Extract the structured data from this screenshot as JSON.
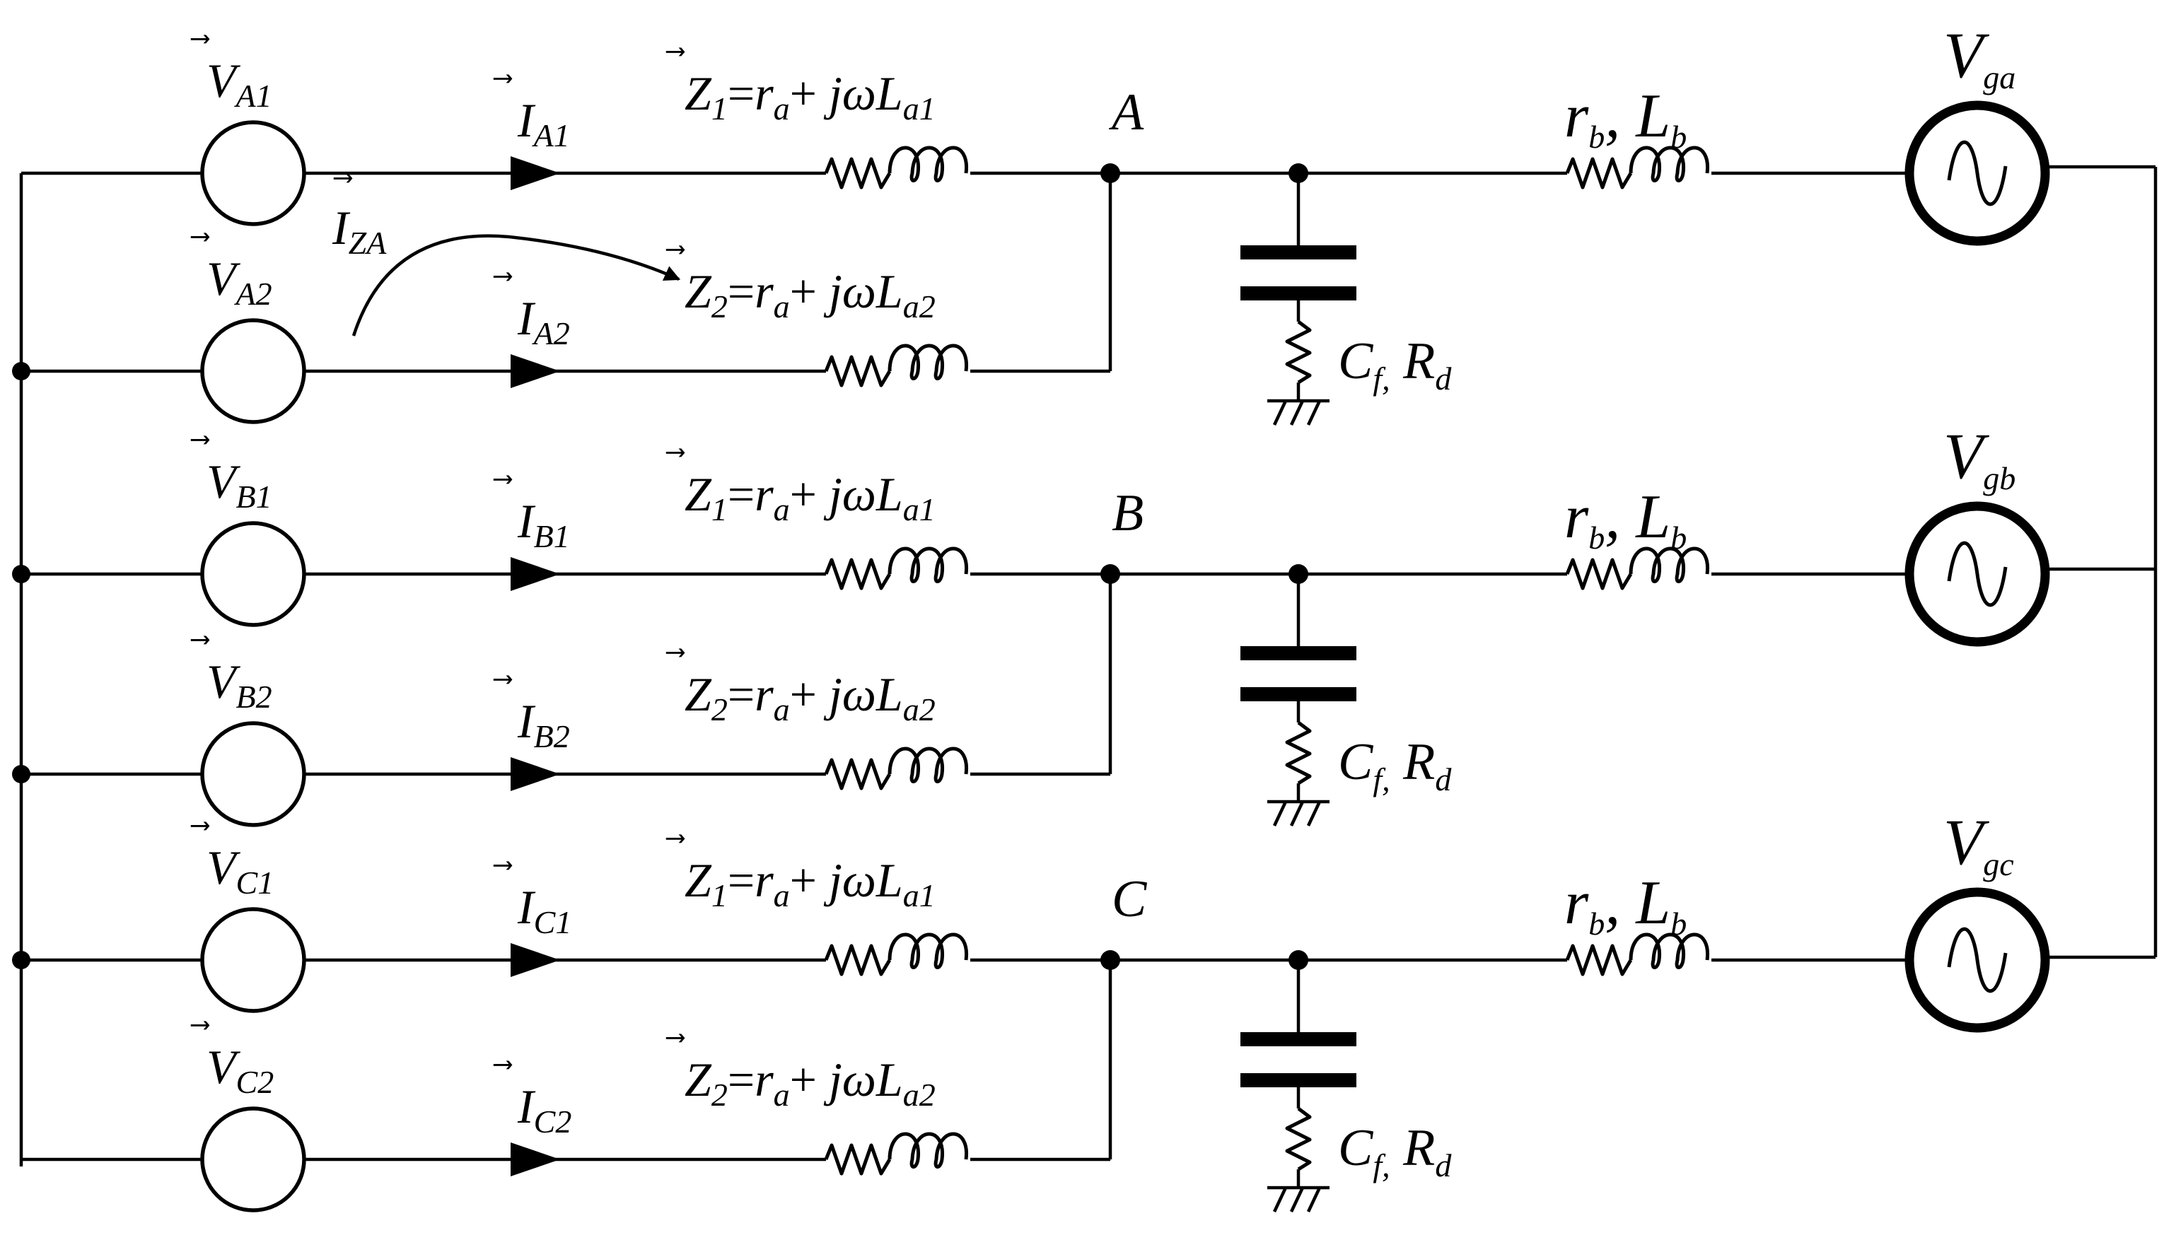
{
  "sources": [
    {
      "id": "A1",
      "main": "V",
      "sub": "A1"
    },
    {
      "id": "A2",
      "main": "V",
      "sub": "A2"
    },
    {
      "id": "B1",
      "main": "V",
      "sub": "B1"
    },
    {
      "id": "B2",
      "main": "V",
      "sub": "B2"
    },
    {
      "id": "C1",
      "main": "V",
      "sub": "C1"
    },
    {
      "id": "C2",
      "main": "V",
      "sub": "C2"
    }
  ],
  "currents": [
    {
      "id": "A1",
      "main": "I",
      "sub": "A1"
    },
    {
      "id": "A2",
      "main": "I",
      "sub": "A2"
    },
    {
      "id": "B1",
      "main": "I",
      "sub": "B1"
    },
    {
      "id": "B2",
      "main": "I",
      "sub": "B2"
    },
    {
      "id": "C1",
      "main": "I",
      "sub": "C1"
    },
    {
      "id": "C2",
      "main": "I",
      "sub": "C2"
    }
  ],
  "circulating_current": {
    "main": "I",
    "sub": "ZA"
  },
  "impedances": [
    {
      "z": "Z",
      "zsub": "1",
      "eq": "=",
      "r": "r",
      "rsub": "a",
      "plus": "+ ",
      "j": "jωL",
      "lsub": "a1"
    },
    {
      "z": "Z",
      "zsub": "2",
      "eq": "=",
      "r": "r",
      "rsub": "a",
      "plus": "+ ",
      "j": "jωL",
      "lsub": "a2"
    },
    {
      "z": "Z",
      "zsub": "1",
      "eq": "=",
      "r": "r",
      "rsub": "a",
      "plus": "+ ",
      "j": "jωL",
      "lsub": "a1"
    },
    {
      "z": "Z",
      "zsub": "2",
      "eq": "=",
      "r": "r",
      "rsub": "a",
      "plus": "+ ",
      "j": "jωL",
      "lsub": "a2"
    },
    {
      "z": "Z",
      "zsub": "1",
      "eq": "=",
      "r": "r",
      "rsub": "a",
      "plus": "+ ",
      "j": "jωL",
      "lsub": "a1"
    },
    {
      "z": "Z",
      "zsub": "2",
      "eq": "=",
      "r": "r",
      "rsub": "a",
      "plus": "+ ",
      "j": "jωL",
      "lsub": "a2"
    }
  ],
  "nodes": [
    "A",
    "B",
    "C"
  ],
  "filters": [
    {
      "c": "C",
      "csub": "f,",
      "r": " R",
      "rsub": "d"
    },
    {
      "c": "C",
      "csub": "f,",
      "r": " R",
      "rsub": "d"
    },
    {
      "c": "C",
      "csub": "f,",
      "r": " R",
      "rsub": "d"
    }
  ],
  "grid_impedances": [
    {
      "r": "r",
      "rsub": "b",
      "sep": ", ",
      "l": "L",
      "lsub": "b"
    },
    {
      "r": "r",
      "rsub": "b",
      "sep": ", ",
      "l": "L",
      "lsub": "b"
    },
    {
      "r": "r",
      "rsub": "b",
      "sep": ", ",
      "l": "L",
      "lsub": "b"
    }
  ],
  "grid_sources": [
    {
      "main": "V",
      "sub": "ga"
    },
    {
      "main": "V",
      "sub": "gb"
    },
    {
      "main": "V",
      "sub": "gc"
    }
  ],
  "vector_arrow_glyph": "⃗"
}
